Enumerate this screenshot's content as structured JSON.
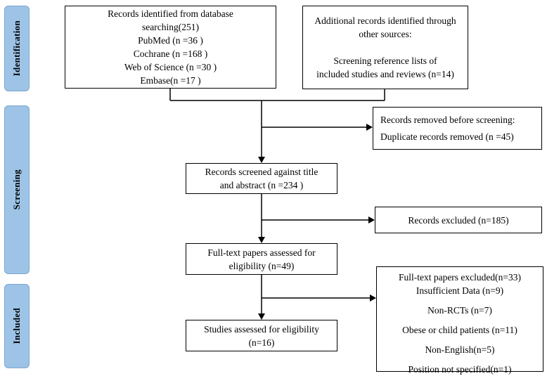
{
  "stages": [
    {
      "label": "Identification"
    },
    {
      "label": "Screening"
    },
    {
      "label": "Included"
    }
  ],
  "boxes": {
    "database": {
      "lines": [
        "Records identified from database",
        "searching(251)",
        "PubMed (n =36 )",
        "Cochrane (n =168 )",
        "Web of  Science (n =30 )",
        "Embase(n =17 )"
      ]
    },
    "other_sources": {
      "lines": [
        "Additional records identified through",
        "other sources:",
        "",
        "Screening reference lists of",
        "included studies and reviews (n=14)"
      ]
    },
    "removed": {
      "lines": [
        "Records removed before screening:",
        "Duplicate records removed (n =45)"
      ]
    },
    "screened": {
      "lines": [
        "Records screened against title",
        "and abstract (n =234 )"
      ]
    },
    "records_excluded": {
      "lines": [
        "Records excluded (n=185)"
      ]
    },
    "fulltext": {
      "lines": [
        "Full-text papers assessed for",
        "eligibility  (n=49)"
      ]
    },
    "fulltext_excluded": {
      "lines": [
        "Full-text papers excluded(n=33)",
        "Insufficient Data (n=9)",
        "Non-RCTs (n=7)",
        "Obese or child patients (n=11)",
        "Non-English(n=5)",
        "Position not specified(n=1)"
      ]
    },
    "included_studies": {
      "lines": [
        "Studies assessed for eligibility",
        "(n=16)"
      ]
    }
  },
  "colors": {
    "stage_fill": "#9dc3e6",
    "box_border": "#000000",
    "line": "#000000",
    "background": "#ffffff"
  }
}
